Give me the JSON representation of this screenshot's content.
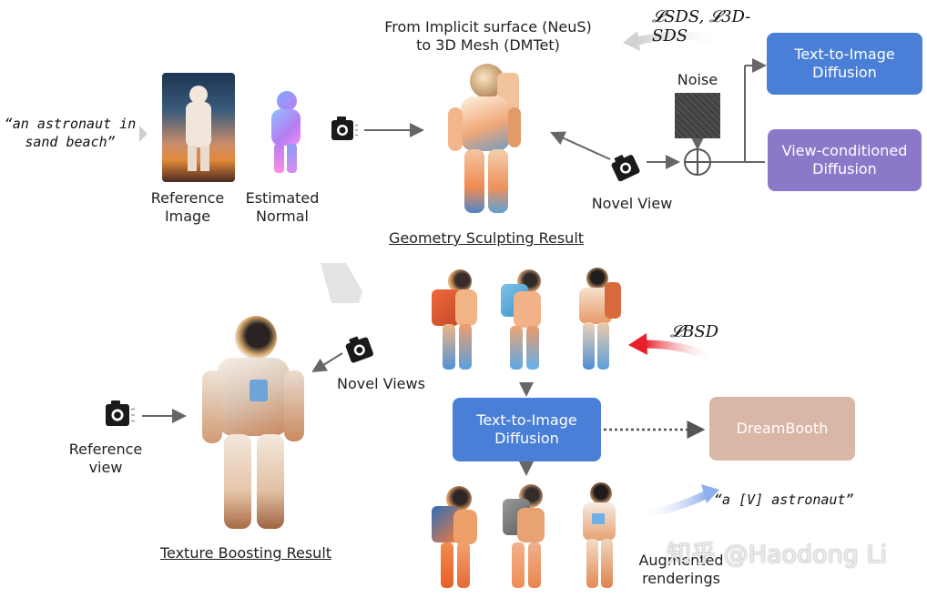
{
  "prompt_left": "“an astronaut in sand beach”",
  "labels": {
    "reference_image": "Reference Image",
    "estimated_normal": "Estimated Normal",
    "implicit_to_mesh": "From Implicit surface (NeuS) to 3D Mesh (DMTet)",
    "geometry_result": "Geometry Sculpting Result",
    "noise": "Noise",
    "novel_view": "Novel View",
    "novel_views": "Novel Views",
    "reference_view": "Reference view",
    "texture_result": "Texture Boosting Result",
    "augmented": "Augmented renderings",
    "prompt_right": "“a [V] astronaut”",
    "watermark": "知乎 @Haodong Li"
  },
  "losses": {
    "sds": "𝓛SDS, 𝓛3D-SDS",
    "bsd": "𝓛BSD"
  },
  "boxes": {
    "t2i_top": "Text-to-Image Diffusion",
    "view_cond": "View-conditioned Diffusion",
    "t2i_bottom": "Text-to-Image Diffusion",
    "dreambooth": "DreamBooth"
  },
  "colors": {
    "t2i": "#4a7fd8",
    "view_cond": "#8b78c9",
    "dreambooth": "#d9b6a6",
    "arrow_red": "#e8202a",
    "arrow_blue": "#a9c3ee"
  }
}
